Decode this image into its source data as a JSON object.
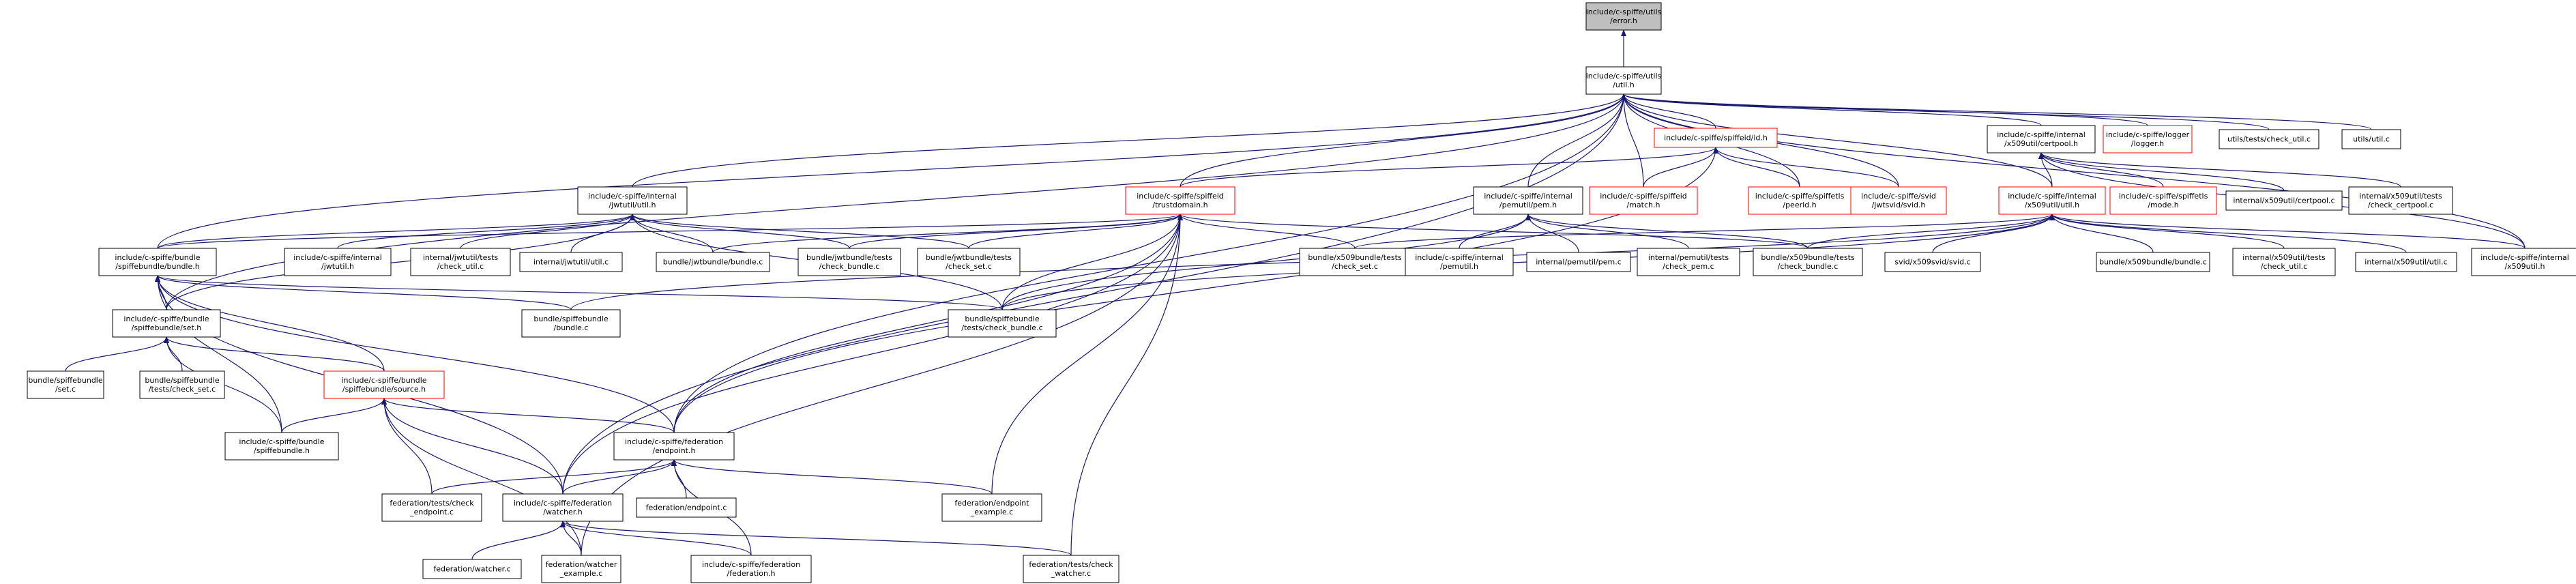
{
  "colors": {
    "edge": "#191970",
    "node_border": "#000000",
    "node_fill": "#ffffff",
    "node_text": "#000000",
    "root_fill": "#bfbfbf",
    "link_red": "#ff0000"
  },
  "nodes": [
    {
      "id": "error",
      "lines": [
        "include/c-spiffe/utils",
        "/error.h"
      ],
      "style": "root"
    },
    {
      "id": "util",
      "lines": [
        "include/c-spiffe/utils",
        "/util.h"
      ],
      "style": "normal"
    },
    {
      "id": "spiffeid_id",
      "lines": [
        "include/c-spiffe/spiffeid/id.h"
      ],
      "style": "red"
    },
    {
      "id": "x509util_certpool",
      "lines": [
        "include/c-spiffe/internal",
        "/x509util/certpool.h"
      ],
      "style": "normal"
    },
    {
      "id": "logger",
      "lines": [
        "include/c-spiffe/logger",
        "/logger.h"
      ],
      "style": "red"
    },
    {
      "id": "utils_check_util",
      "lines": [
        "utils/tests/check_util.c"
      ],
      "style": "normal"
    },
    {
      "id": "utils_util_c",
      "lines": [
        "utils/util.c"
      ],
      "style": "normal"
    },
    {
      "id": "jwtutil_util",
      "lines": [
        "include/c-spiffe/internal",
        "/jwtutil/util.h"
      ],
      "style": "normal"
    },
    {
      "id": "trustdomain",
      "lines": [
        "include/c-spiffe/spiffeid",
        "/trustdomain.h"
      ],
      "style": "red"
    },
    {
      "id": "pemutil_pem",
      "lines": [
        "include/c-spiffe/internal",
        "/pemutil/pem.h"
      ],
      "style": "normal"
    },
    {
      "id": "spiffeid_match",
      "lines": [
        "include/c-spiffe/spiffeid",
        "/match.h"
      ],
      "style": "red"
    },
    {
      "id": "spiffetls_peerid",
      "lines": [
        "include/c-spiffe/spiffetls",
        "/peerid.h"
      ],
      "style": "red"
    },
    {
      "id": "svid_jwtsvid",
      "lines": [
        "include/c-spiffe/svid",
        "/jwtsvid/svid.h"
      ],
      "style": "red"
    },
    {
      "id": "x509util_util",
      "lines": [
        "include/c-spiffe/internal",
        "/x509util/util.h"
      ],
      "style": "red"
    },
    {
      "id": "spiffetls_mode",
      "lines": [
        "include/c-spiffe/spiffetls",
        "/mode.h"
      ],
      "style": "red"
    },
    {
      "id": "x509util_certpool_c",
      "lines": [
        "internal/x509util/certpool.c"
      ],
      "style": "normal"
    },
    {
      "id": "x509util_check_certpool",
      "lines": [
        "internal/x509util/tests",
        "/check_certpool.c"
      ],
      "style": "normal"
    },
    {
      "id": "spiffebundle_bundle_h",
      "lines": [
        "include/c-spiffe/bundle",
        "/spiffebundle/bundle.h"
      ],
      "style": "normal"
    },
    {
      "id": "internal_jwtutil_h",
      "lines": [
        "include/c-spiffe/internal",
        "/jwtutil.h"
      ],
      "style": "normal"
    },
    {
      "id": "jwtutil_check_util",
      "lines": [
        "internal/jwtutil/tests",
        "/check_util.c"
      ],
      "style": "normal"
    },
    {
      "id": "jwtutil_util_c",
      "lines": [
        "internal/jwtutil/util.c"
      ],
      "style": "normal"
    },
    {
      "id": "jwtbundle_bundle_c",
      "lines": [
        "bundle/jwtbundle/bundle.c"
      ],
      "style": "normal"
    },
    {
      "id": "jwtbundle_check_bundle",
      "lines": [
        "bundle/jwtbundle/tests",
        "/check_bundle.c"
      ],
      "style": "normal"
    },
    {
      "id": "jwtbundle_check_set",
      "lines": [
        "bundle/jwtbundle/tests",
        "/check_set.c"
      ],
      "style": "normal"
    },
    {
      "id": "x509bundle_check_set",
      "lines": [
        "bundle/x509bundle/tests",
        "/check_set.c"
      ],
      "style": "normal"
    },
    {
      "id": "internal_pemutil_h",
      "lines": [
        "include/c-spiffe/internal",
        "/pemutil.h"
      ],
      "style": "normal"
    },
    {
      "id": "pemutil_pem_c",
      "lines": [
        "internal/pemutil/pem.c"
      ],
      "style": "normal"
    },
    {
      "id": "pemutil_check_pem",
      "lines": [
        "internal/pemutil/tests",
        "/check_pem.c"
      ],
      "style": "normal"
    },
    {
      "id": "x509bundle_check_bundle",
      "lines": [
        "bundle/x509bundle/tests",
        "/check_bundle.c"
      ],
      "style": "normal"
    },
    {
      "id": "x509svid_svid_c",
      "lines": [
        "svid/x509svid/svid.c"
      ],
      "style": "normal"
    },
    {
      "id": "x509bundle_bundle_c",
      "lines": [
        "bundle/x509bundle/bundle.c"
      ],
      "style": "normal"
    },
    {
      "id": "x509util_check_util",
      "lines": [
        "internal/x509util/tests",
        "/check_util.c"
      ],
      "style": "normal"
    },
    {
      "id": "x509util_util_c",
      "lines": [
        "internal/x509util/util.c"
      ],
      "style": "normal"
    },
    {
      "id": "internal_x509util_h",
      "lines": [
        "include/c-spiffe/internal",
        "/x509util.h"
      ],
      "style": "normal"
    },
    {
      "id": "spiffebundle_set_h",
      "lines": [
        "include/c-spiffe/bundle",
        "/spiffebundle/set.h"
      ],
      "style": "normal"
    },
    {
      "id": "spiffebundle_bundle_c",
      "lines": [
        "bundle/spiffebundle",
        "/bundle.c"
      ],
      "style": "normal"
    },
    {
      "id": "spiffebundle_check_bundle",
      "lines": [
        "bundle/spiffebundle",
        "/tests/check_bundle.c"
      ],
      "style": "normal"
    },
    {
      "id": "spiffebundle_set_c",
      "lines": [
        "bundle/spiffebundle",
        "/set.c"
      ],
      "style": "normal"
    },
    {
      "id": "spiffebundle_check_set",
      "lines": [
        "bundle/spiffebundle",
        "/tests/check_set.c"
      ],
      "style": "normal"
    },
    {
      "id": "spiffebundle_source_h",
      "lines": [
        "include/c-spiffe/bundle",
        "/spiffebundle/source.h"
      ],
      "style": "red"
    },
    {
      "id": "bundle_spiffebundle_h",
      "lines": [
        "include/c-spiffe/bundle",
        "/spiffebundle.h"
      ],
      "style": "normal"
    },
    {
      "id": "federation_endpoint_h",
      "lines": [
        "include/c-spiffe/federation",
        "/endpoint.h"
      ],
      "style": "normal"
    },
    {
      "id": "federation_check_endpoint",
      "lines": [
        "federation/tests/check",
        "_endpoint.c"
      ],
      "style": "normal"
    },
    {
      "id": "federation_watcher_h",
      "lines": [
        "include/c-spiffe/federation",
        "/watcher.h"
      ],
      "style": "normal"
    },
    {
      "id": "federation_endpoint_c",
      "lines": [
        "federation/endpoint.c"
      ],
      "style": "normal"
    },
    {
      "id": "federation_endpoint_example",
      "lines": [
        "federation/endpoint",
        "_example.c"
      ],
      "style": "normal"
    },
    {
      "id": "federation_watcher_c",
      "lines": [
        "federation/watcher.c"
      ],
      "style": "normal"
    },
    {
      "id": "federation_watcher_example",
      "lines": [
        "federation/watcher",
        "_example.c"
      ],
      "style": "normal"
    },
    {
      "id": "federation_h",
      "lines": [
        "include/c-spiffe/federation",
        "/federation.h"
      ],
      "style": "normal"
    },
    {
      "id": "federation_check_watcher",
      "lines": [
        "federation/tests/check",
        "_watcher.c"
      ],
      "style": "normal"
    }
  ],
  "edges": [
    [
      "util",
      "error"
    ],
    [
      "spiffeid_id",
      "util"
    ],
    [
      "x509util_certpool",
      "util"
    ],
    [
      "logger",
      "util"
    ],
    [
      "utils_check_util",
      "util"
    ],
    [
      "utils_util_c",
      "util"
    ],
    [
      "jwtutil_util",
      "util"
    ],
    [
      "trustdomain",
      "util"
    ],
    [
      "pemutil_pem",
      "util"
    ],
    [
      "spiffeid_match",
      "util"
    ],
    [
      "spiffetls_peerid",
      "util"
    ],
    [
      "svid_jwtsvid",
      "util"
    ],
    [
      "x509util_util",
      "util"
    ],
    [
      "spiffebundle_bundle_h",
      "util"
    ],
    [
      "spiffebundle_set_h",
      "util"
    ],
    [
      "federation_endpoint_h",
      "util"
    ],
    [
      "federation_watcher_h",
      "util"
    ],
    [
      "internal_x509util_h",
      "util"
    ],
    [
      "trustdomain",
      "spiffeid_id"
    ],
    [
      "spiffeid_match",
      "spiffeid_id"
    ],
    [
      "spiffetls_peerid",
      "spiffeid_id"
    ],
    [
      "svid_jwtsvid",
      "spiffeid_id"
    ],
    [
      "federation_endpoint_h",
      "spiffeid_id"
    ],
    [
      "x509util_util",
      "x509util_certpool"
    ],
    [
      "spiffetls_mode",
      "x509util_certpool"
    ],
    [
      "x509util_certpool_c",
      "x509util_certpool"
    ],
    [
      "x509util_check_certpool",
      "x509util_certpool"
    ],
    [
      "internal_x509util_h",
      "x509util_certpool"
    ],
    [
      "internal_jwtutil_h",
      "jwtutil_util"
    ],
    [
      "jwtutil_check_util",
      "jwtutil_util"
    ],
    [
      "jwtutil_util_c",
      "jwtutil_util"
    ],
    [
      "jwtbundle_bundle_c",
      "jwtutil_util"
    ],
    [
      "jwtbundle_check_bundle",
      "jwtutil_util"
    ],
    [
      "jwtbundle_check_set",
      "jwtutil_util"
    ],
    [
      "spiffebundle_bundle_h",
      "jwtutil_util"
    ],
    [
      "spiffebundle_set_h",
      "jwtutil_util"
    ],
    [
      "spiffebundle_check_bundle",
      "jwtutil_util"
    ],
    [
      "spiffebundle_bundle_h",
      "trustdomain"
    ],
    [
      "jwtbundle_bundle_c",
      "trustdomain"
    ],
    [
      "jwtbundle_check_bundle",
      "trustdomain"
    ],
    [
      "jwtbundle_check_set",
      "trustdomain"
    ],
    [
      "x509bundle_check_set",
      "trustdomain"
    ],
    [
      "spiffebundle_check_bundle",
      "trustdomain"
    ],
    [
      "federation_endpoint_h",
      "trustdomain"
    ],
    [
      "federation_watcher_h",
      "trustdomain"
    ],
    [
      "federation_endpoint_example",
      "trustdomain"
    ],
    [
      "federation_watcher_example",
      "trustdomain"
    ],
    [
      "federation_check_watcher",
      "trustdomain"
    ],
    [
      "x509bundle_check_bundle",
      "trustdomain"
    ],
    [
      "internal_pemutil_h",
      "pemutil_pem"
    ],
    [
      "pemutil_pem_c",
      "pemutil_pem"
    ],
    [
      "pemutil_check_pem",
      "pemutil_pem"
    ],
    [
      "x509bundle_check_bundle",
      "pemutil_pem"
    ],
    [
      "spiffebundle_check_bundle",
      "pemutil_pem"
    ],
    [
      "x509bundle_check_set",
      "x509util_util"
    ],
    [
      "x509bundle_check_bundle",
      "x509util_util"
    ],
    [
      "x509svid_svid_c",
      "x509util_util"
    ],
    [
      "x509bundle_bundle_c",
      "x509util_util"
    ],
    [
      "x509util_check_util",
      "x509util_util"
    ],
    [
      "x509util_util_c",
      "x509util_util"
    ],
    [
      "internal_x509util_h",
      "x509util_util"
    ],
    [
      "spiffebundle_bundle_c",
      "x509util_util"
    ],
    [
      "spiffebundle_check_bundle",
      "x509util_util"
    ],
    [
      "spiffebundle_set_h",
      "spiffebundle_bundle_h"
    ],
    [
      "spiffebundle_bundle_c",
      "spiffebundle_bundle_h"
    ],
    [
      "spiffebundle_check_bundle",
      "spiffebundle_bundle_h"
    ],
    [
      "spiffebundle_source_h",
      "spiffebundle_bundle_h"
    ],
    [
      "bundle_spiffebundle_h",
      "spiffebundle_bundle_h"
    ],
    [
      "federation_endpoint_h",
      "spiffebundle_bundle_h"
    ],
    [
      "federation_watcher_h",
      "spiffebundle_bundle_h"
    ],
    [
      "spiffebundle_set_c",
      "spiffebundle_set_h"
    ],
    [
      "spiffebundle_check_set",
      "spiffebundle_set_h"
    ],
    [
      "spiffebundle_source_h",
      "spiffebundle_set_h"
    ],
    [
      "bundle_spiffebundle_h",
      "spiffebundle_set_h"
    ],
    [
      "bundle_spiffebundle_h",
      "spiffebundle_source_h"
    ],
    [
      "federation_endpoint_h",
      "spiffebundle_source_h"
    ],
    [
      "federation_check_endpoint",
      "spiffebundle_source_h"
    ],
    [
      "federation_watcher_h",
      "spiffebundle_source_h"
    ],
    [
      "federation_watcher_example",
      "spiffebundle_source_h"
    ],
    [
      "federation_check_endpoint",
      "federation_endpoint_h"
    ],
    [
      "federation_watcher_h",
      "federation_endpoint_h"
    ],
    [
      "federation_endpoint_c",
      "federation_endpoint_h"
    ],
    [
      "federation_endpoint_example",
      "federation_endpoint_h"
    ],
    [
      "federation_h",
      "federation_endpoint_h"
    ],
    [
      "federation_watcher_c",
      "federation_watcher_h"
    ],
    [
      "federation_watcher_example",
      "federation_watcher_h"
    ],
    [
      "federation_h",
      "federation_watcher_h"
    ],
    [
      "federation_check_watcher",
      "federation_watcher_h"
    ]
  ]
}
